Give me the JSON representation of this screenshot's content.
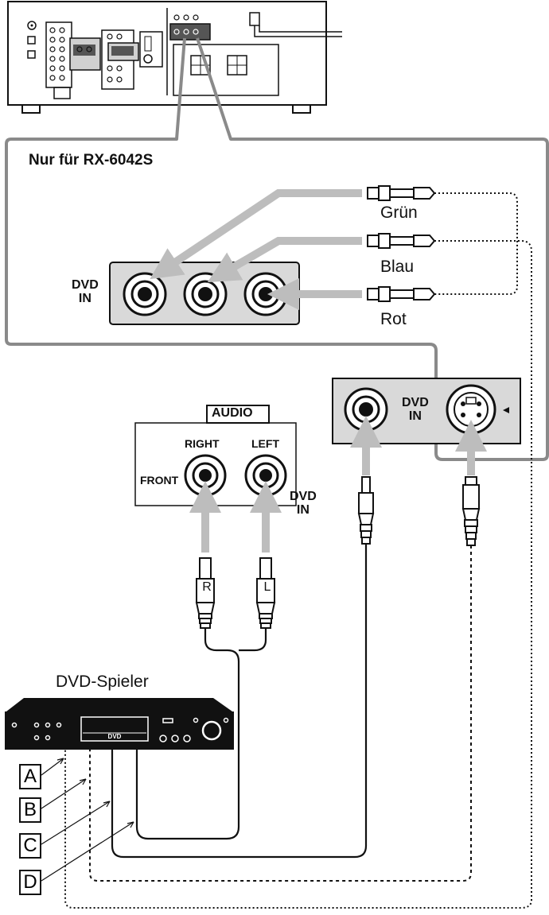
{
  "title_model": "Nur für RX-6042S",
  "component_labels": {
    "dvd_in": [
      "DVD",
      "IN"
    ],
    "audio": "AUDIO",
    "right": "RIGHT",
    "left": "LEFT",
    "front": "FRONT"
  },
  "cable_colors": [
    "Grün",
    "Blau",
    "Rot"
  ],
  "plug_letters": [
    "R",
    "L"
  ],
  "player_label": "DVD-Spieler",
  "player_display": "DVD",
  "cable_markers": [
    "A",
    "B",
    "C",
    "D"
  ],
  "colors": {
    "arrow": "#bdbdbd",
    "panel": "#d9d9d9",
    "ink": "#111111"
  }
}
